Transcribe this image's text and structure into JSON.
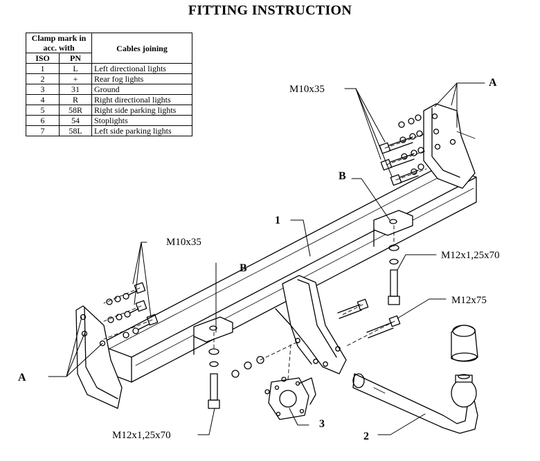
{
  "title": "FITTING INSTRUCTION",
  "table": {
    "header_clamp": "Clamp mark in acc. with",
    "header_cables": "Cables joining",
    "col_iso": "ISO",
    "col_pn": "PN",
    "rows": [
      {
        "iso": "1",
        "pn": "L",
        "cable": "Left directional lights"
      },
      {
        "iso": "2",
        "pn": "+",
        "cable": "Rear fog lights"
      },
      {
        "iso": "3",
        "pn": "31",
        "cable": "Ground"
      },
      {
        "iso": "4",
        "pn": "R",
        "cable": "Right directional lights"
      },
      {
        "iso": "5",
        "pn": "58R",
        "cable": "Right side parking lights"
      },
      {
        "iso": "6",
        "pn": "54",
        "cable": "Stoplights"
      },
      {
        "iso": "7",
        "pn": "58L",
        "cable": "Left side parking lights"
      }
    ]
  },
  "labels": {
    "bolt_m10_top": "M10x35",
    "bolt_m10_left": "M10x35",
    "bolt_m12_125_right": "M12x1,25x70",
    "bolt_m12_125_bottom": "M12x1,25x70",
    "bolt_m12x75": "M12x75",
    "mark_a_top": "A",
    "mark_a_left": "A",
    "mark_b_top": "B",
    "mark_b_left": "B",
    "part_1": "1",
    "part_2": "2",
    "part_3": "3"
  }
}
